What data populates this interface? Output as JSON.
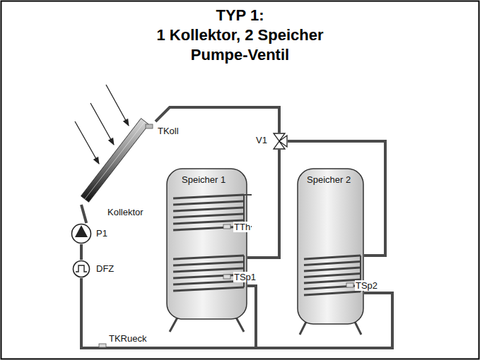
{
  "diagram": {
    "title": "TYP 1:",
    "nodes": [
      {
        "text": [
          "Kollektor"
        ]
      },
      {
        "text": [
          "V1"
        ]
      },
      {
        "text": [
          "Speicher 1"
        ]
      },
      {
        "text": [
          "Speicher 2"
        ]
      },
      {
        "text": [
          "P1"
        ]
      },
      {
        "text": [
          "DFZ"
        ]
      }
    ],
    "edges": [
      {
        "from": 0,
        "to": 1,
        "arrow": "none"
      },
      {
        "from": 1,
        "to": 2,
        "arrow": "none"
      },
      {
        "from": 1,
        "to": 3,
        "arrow": "none"
      },
      {
        "from": 2,
        "to": 5,
        "arrow": "none"
      },
      {
        "from": 3,
        "to": 5,
        "arrow": "none"
      },
      {
        "from": 5,
        "to": 4,
        "arrow": "none"
      },
      {
        "from": 4,
        "to": 0,
        "arrow": "none"
      }
    ],
    "labels": [
      "1 Kollektor, 2 Speicher",
      "Pumpe-Ventil",
      "TKoll",
      "TTh",
      "TSp1",
      "TSp2",
      "TKRueck"
    ]
  }
}
